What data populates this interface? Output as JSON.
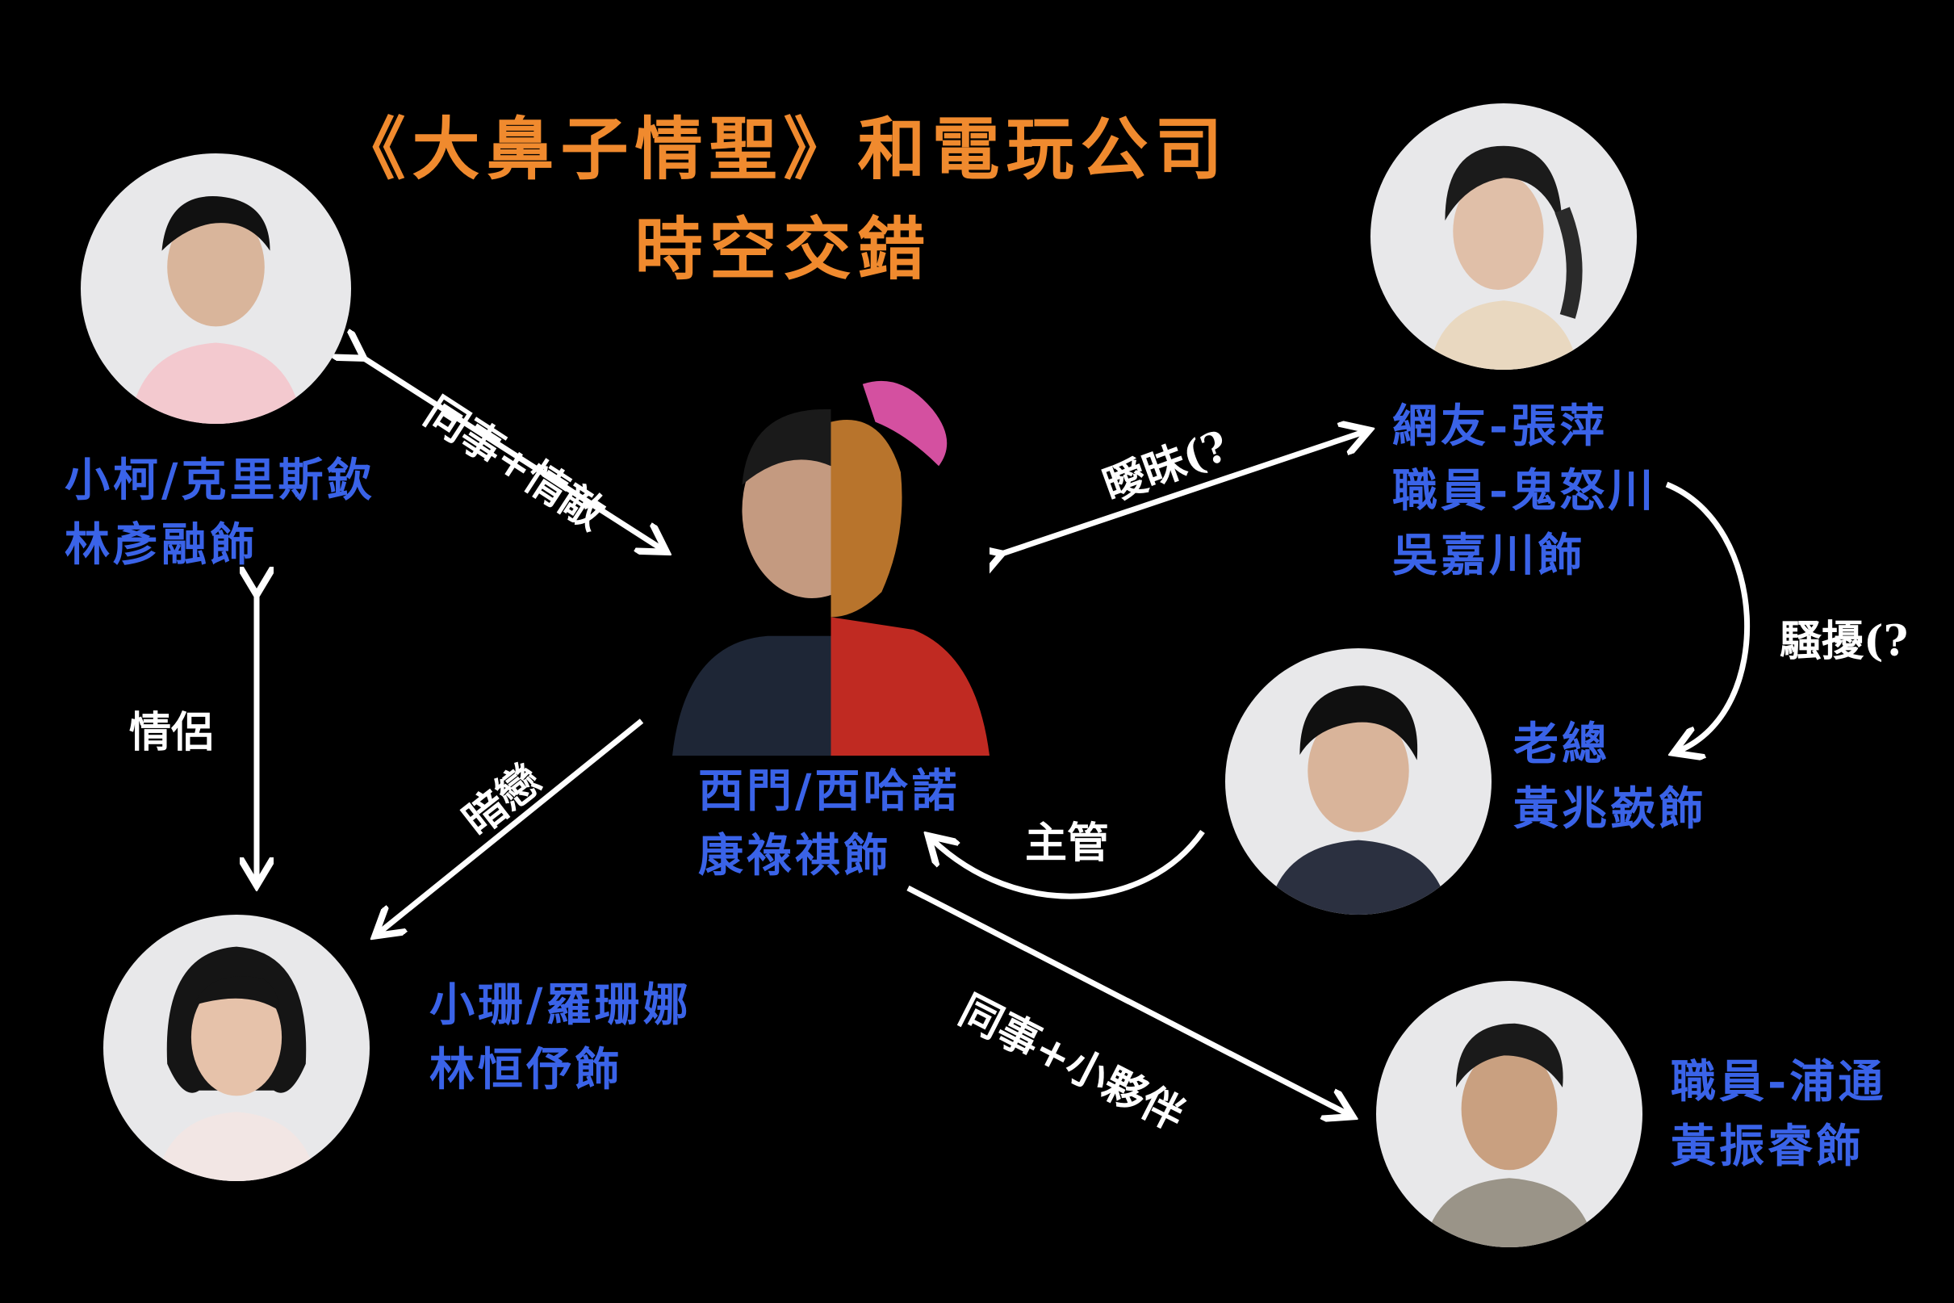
{
  "title": {
    "line1": "《大鼻子情聖》和電玩公司",
    "line2": "時空交錯"
  },
  "colors": {
    "background": "#000000",
    "title": "#f08a2e",
    "name_label": "#3a63e8",
    "relation": "#ffffff"
  },
  "characters": {
    "center": {
      "role": "西門/西哈諾",
      "actor": "康祿祺飾"
    },
    "top_left": {
      "role": "小柯/克里斯欽",
      "actor": "林彥融飾"
    },
    "bottom_left": {
      "role": "小珊/羅珊娜",
      "actor": "林恒伃飾"
    },
    "top_right": {
      "role1": "網友-張萍",
      "role2": "職員-鬼怒川",
      "actor": "吳嘉川飾"
    },
    "middle_right": {
      "role": "老總",
      "actor": "黃兆嶔飾"
    },
    "bottom_right": {
      "role": "職員-浦通",
      "actor": "黃振睿飾"
    }
  },
  "relations": {
    "coworker_rival": "同事+情敵",
    "ambiguous": "曖昧(?",
    "harass": "騷擾(?",
    "couple": "情侶",
    "crush": "暗戀",
    "boss": "主管",
    "coworker_buddy": "同事+小夥伴"
  }
}
